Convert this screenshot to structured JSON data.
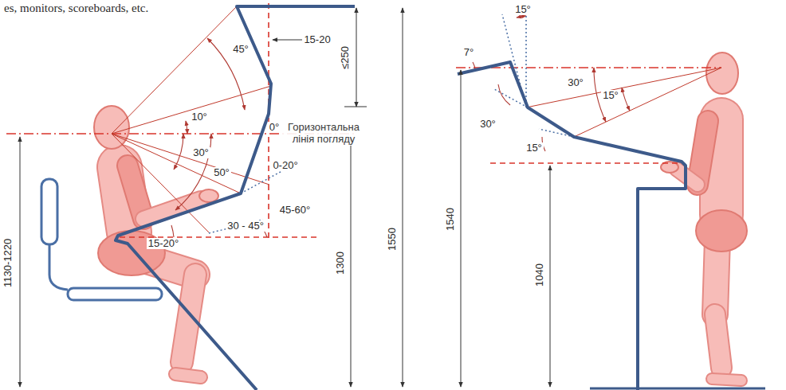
{
  "diagram": {
    "labels": [
      "es, monitors, scoreboards, etc.",
      "15-20",
      "≤250",
      "45°",
      "10°",
      "0°",
      "Горизонтальна лінія погляду",
      "30°",
      "50°",
      "0-20°",
      "45-60°",
      "30 - 45°",
      "15-20°",
      "1130-1220",
      "1300",
      "1550",
      "15°",
      "7°",
      "30°",
      "15°",
      "30°",
      "15°",
      "1540",
      "1040"
    ]
  }
}
